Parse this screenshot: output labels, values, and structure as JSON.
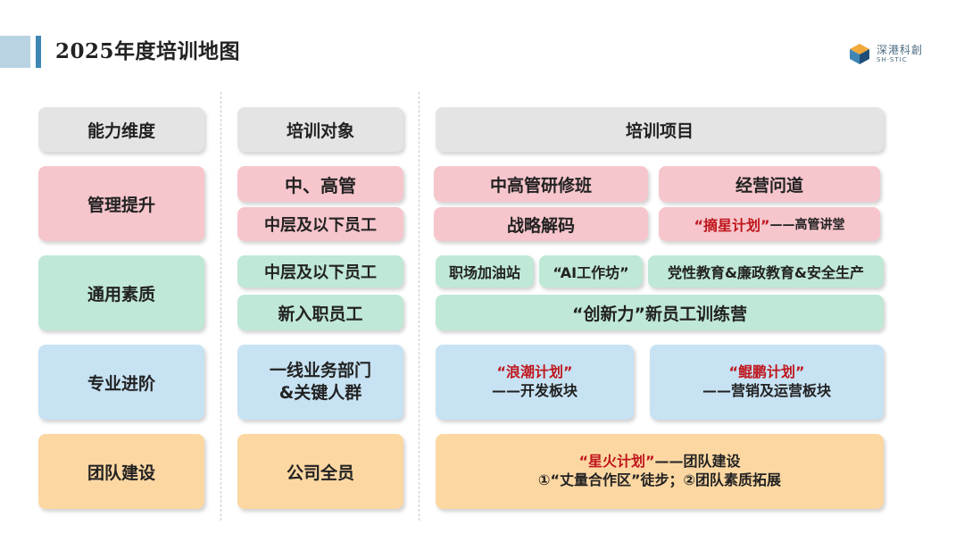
{
  "header": {
    "title": "2025年度培训地图",
    "logo_name": "深港科創",
    "logo_en": "SH·STIC"
  },
  "columns": {
    "ability": "能力维度",
    "target": "培训对象",
    "project": "培训项目"
  },
  "management": {
    "dimension": "管理提升",
    "target_senior": "中、高管",
    "target_middle": "中层及以下员工",
    "proj_senior_class": "中高管研修班",
    "proj_business_path": "经营问道",
    "proj_strategy": "战略解码",
    "proj_star_name": "“摘星计划”",
    "proj_star_suffix": "——高管讲堂"
  },
  "general": {
    "dimension": "通用素质",
    "target_middle": "中层及以下员工",
    "target_new": "新入职员工",
    "proj_station": "职场加油站",
    "proj_ai": "“AI工作坊”",
    "proj_party": "党性教育&廉政教育&安全生产",
    "proj_camp": "“创新力”新员工训练营"
  },
  "professional": {
    "dimension": "专业进阶",
    "target_line1": "一线业务部门",
    "target_line2": "&关键人群",
    "proj_wave_name": "“浪潮计划”",
    "proj_wave_sub": "——开发板块",
    "proj_kun_name": "“鲲鹏计划”",
    "proj_kun_sub": "——营销及运营板块"
  },
  "team": {
    "dimension": "团队建设",
    "target": "公司全员",
    "proj_spark_name": "“星火计划”",
    "proj_spark_suffix": "——团队建设",
    "proj_spark_line2": "①“丈量合作区”徒步；②团队素质拓展"
  },
  "colors": {
    "gray": "#e4e4e4",
    "pink": "#f6c6cc",
    "green": "#bfe8d6",
    "blue": "#c7e2f3",
    "orange": "#fcd7a2",
    "highlight_red": "#c0161d",
    "accent_blue": "#3f86b5"
  }
}
